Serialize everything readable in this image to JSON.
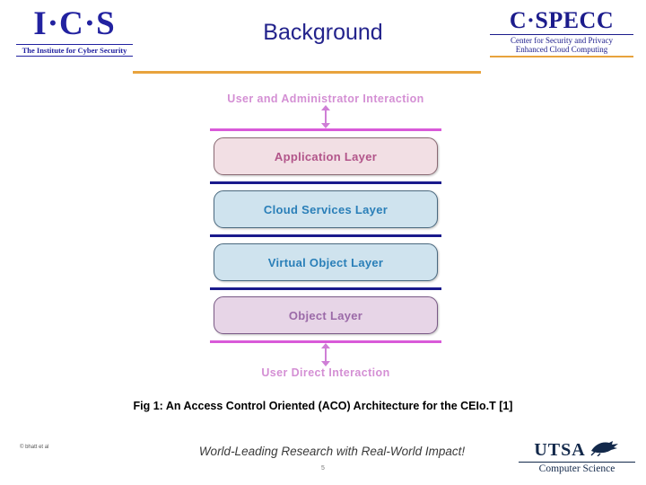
{
  "header": {
    "ics_logo": {
      "name": "I·C·S",
      "subtitle": "The Institute for Cyber Security"
    },
    "title": "Background",
    "cspecc_logo": {
      "name": "C·SPECC",
      "line1": "Center for Security and Privacy",
      "line2": "Enhanced Cloud Computing"
    }
  },
  "diagram": {
    "top_label": "User and Administrator Interaction",
    "bottom_label": "User Direct Interaction",
    "layers": [
      {
        "label": "Application Layer"
      },
      {
        "label": "Cloud Services Layer"
      },
      {
        "label": "Virtual Object Layer"
      },
      {
        "label": "Object Layer"
      }
    ]
  },
  "caption": "Fig 1: An Access Control Oriented (ACO) Architecture for the CEIo.T [1]",
  "footer": {
    "copyright": "© bhatt et al",
    "tagline": "World-Leading Research with Real-World Impact!",
    "page_number": "5",
    "utsa": {
      "word": "UTSA",
      "cs": "Computer Science"
    }
  },
  "colors": {
    "title_blue": "#23238c",
    "accent_orange": "#e8a33d",
    "magenta": "#d95ad9",
    "layer_pink": "#f2dfe4",
    "layer_blue": "#cfe3ee",
    "layer_purple": "#e7d5e7",
    "utsa_navy": "#13294b"
  }
}
